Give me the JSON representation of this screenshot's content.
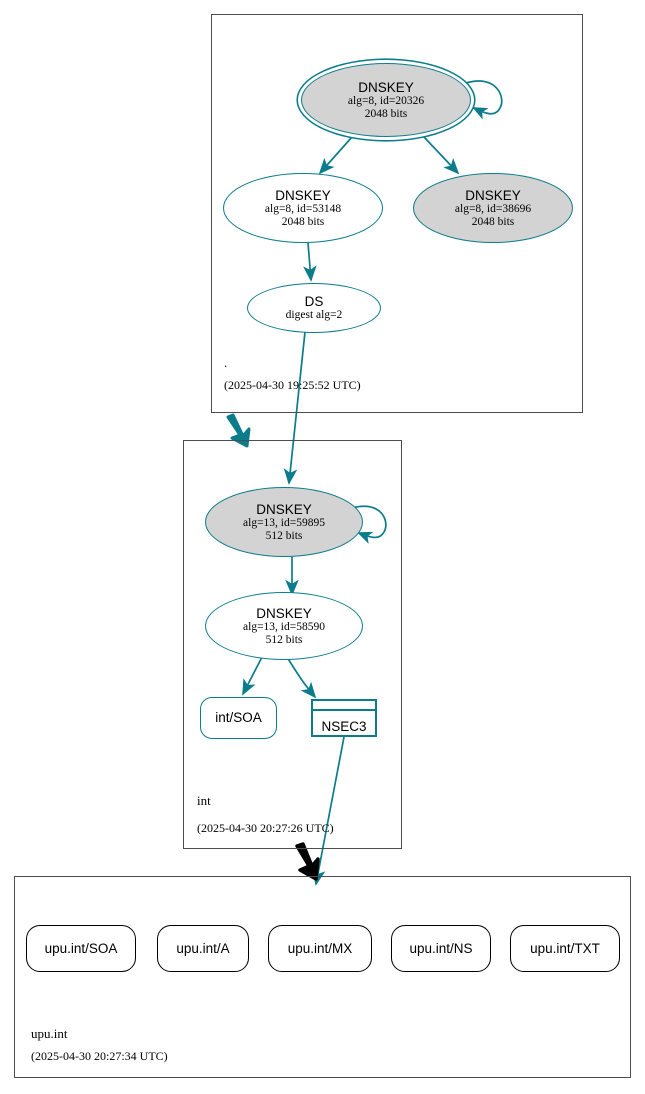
{
  "diagram": {
    "type": "dnssec-authentication-chain",
    "colors": {
      "secure_edge": "#0b7c8c",
      "insecure_edge": "#000000",
      "zone_border": "#4d4d4d",
      "ksk_fill": "#d3d3d3",
      "zsk_fill": "#ffffff"
    }
  },
  "zones": [
    {
      "name": ".",
      "timestamp": "(2025-04-30 19:25:52 UTC)",
      "nodes": [
        {
          "id": "root-ksk",
          "kind": "DNSKEY",
          "title": "DNSKEY",
          "line2": "alg=8, id=20326",
          "line3": "2048 bits",
          "trust_anchor": true,
          "fill": "gray",
          "self_sign": true
        },
        {
          "id": "root-zsk",
          "kind": "DNSKEY",
          "title": "DNSKEY",
          "line2": "alg=8, id=53148",
          "line3": "2048 bits",
          "trust_anchor": false,
          "fill": "white",
          "self_sign": false
        },
        {
          "id": "root-key-38696",
          "kind": "DNSKEY",
          "title": "DNSKEY",
          "line2": "alg=8, id=38696",
          "line3": "2048 bits",
          "trust_anchor": false,
          "fill": "gray",
          "self_sign": false
        },
        {
          "id": "root-ds",
          "kind": "DS",
          "title": "DS",
          "line2": "digest alg=2",
          "line3": "",
          "trust_anchor": false,
          "fill": "white",
          "self_sign": false
        }
      ]
    },
    {
      "name": "int",
      "timestamp": "(2025-04-30 20:27:26 UTC)",
      "nodes": [
        {
          "id": "int-ksk",
          "kind": "DNSKEY",
          "title": "DNSKEY",
          "line2": "alg=13, id=59895",
          "line3": "512 bits",
          "trust_anchor": false,
          "fill": "gray",
          "self_sign": true
        },
        {
          "id": "int-zsk",
          "kind": "DNSKEY",
          "title": "DNSKEY",
          "line2": "alg=13, id=58590",
          "line3": "512 bits",
          "trust_anchor": false,
          "fill": "white",
          "self_sign": false
        },
        {
          "id": "int-soa",
          "kind": "RRSET",
          "title": "int/SOA",
          "line2": "",
          "line3": "",
          "trust_anchor": false,
          "fill": "white",
          "self_sign": false
        },
        {
          "id": "int-nsec3",
          "kind": "NSEC3",
          "title": "NSEC3",
          "line2": "",
          "line3": "",
          "trust_anchor": false,
          "fill": "white",
          "self_sign": false
        }
      ]
    },
    {
      "name": "upu.int",
      "timestamp": "(2025-04-30 20:27:34 UTC)",
      "nodes": [
        {
          "id": "upu-soa",
          "kind": "RRSET",
          "title": "upu.int/SOA",
          "line2": "",
          "line3": "",
          "trust_anchor": false,
          "fill": "white",
          "self_sign": false
        },
        {
          "id": "upu-a",
          "kind": "RRSET",
          "title": "upu.int/A",
          "line2": "",
          "line3": "",
          "trust_anchor": false,
          "fill": "white",
          "self_sign": false
        },
        {
          "id": "upu-mx",
          "kind": "RRSET",
          "title": "upu.int/MX",
          "line2": "",
          "line3": "",
          "trust_anchor": false,
          "fill": "white",
          "self_sign": false
        },
        {
          "id": "upu-ns",
          "kind": "RRSET",
          "title": "upu.int/NS",
          "line2": "",
          "line3": "",
          "trust_anchor": false,
          "fill": "white",
          "self_sign": false
        },
        {
          "id": "upu-txt",
          "kind": "RRSET",
          "title": "upu.int/TXT",
          "line2": "",
          "line3": "",
          "trust_anchor": false,
          "fill": "white",
          "self_sign": false
        }
      ]
    }
  ]
}
